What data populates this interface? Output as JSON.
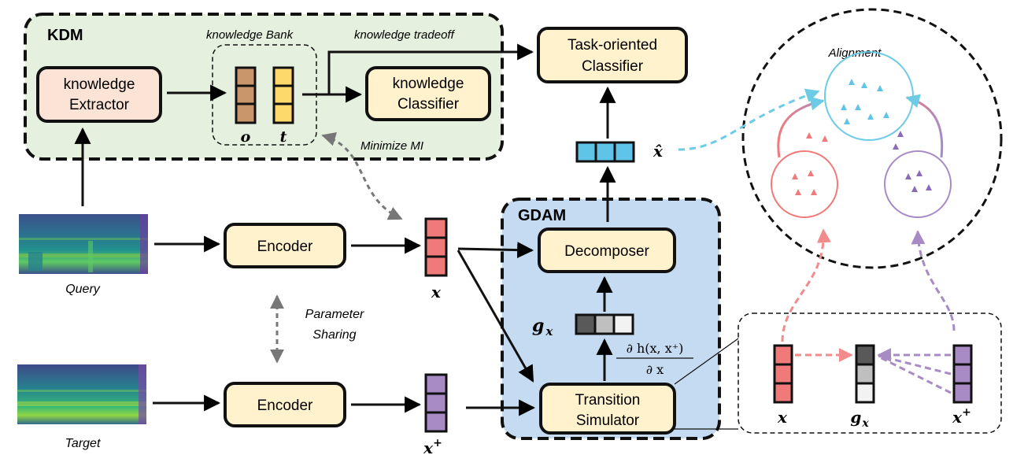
{
  "kdm": {
    "title": "KDM",
    "bank_label": "knowledge Bank",
    "tradeoff_label": "knowledge tradeoff",
    "extractor": [
      "knowledge",
      "Extractor"
    ],
    "classifier": [
      "knowledge",
      "Classifier"
    ],
    "slot_o": "o",
    "slot_t": "t",
    "mi_label": "Minimize MI"
  },
  "task_classifier": [
    "Task-oriented",
    "Classifier"
  ],
  "xhat_label": "x̂",
  "gdam": {
    "title": "GDAM",
    "decomposer": "Decomposer",
    "simulator": [
      "Transition",
      "Simulator"
    ],
    "gx_label": "g",
    "gx_sub": "x",
    "grad_num": "∂ h(x, x⁺)",
    "grad_den": "∂ x"
  },
  "inputs": {
    "query_label": "Query",
    "target_label": "Target",
    "encoder_label": "Encoder",
    "param_sharing": [
      "Parameter",
      "Sharing"
    ],
    "x_label": "x",
    "xplus_base": "x",
    "xplus_sup": "+"
  },
  "alignment": {
    "title": "Alignment"
  },
  "detail": {
    "x_label": "x",
    "gx_label": "g",
    "gx_sub": "x",
    "xplus_base": "x",
    "xplus_sup": "+"
  },
  "colors": {
    "kdm_bg": "#e6f0de",
    "gdam_bg": "#c5dbf1",
    "box_fill": "#fff2cc",
    "extractor_fill": "#fbe3d6",
    "brown": "#c9956a",
    "yellow": "#fdd86a",
    "red": "#f07a7a",
    "purple": "#a88bc5",
    "blue": "#5ec4e8",
    "cyan": "#6dcbe6"
  }
}
